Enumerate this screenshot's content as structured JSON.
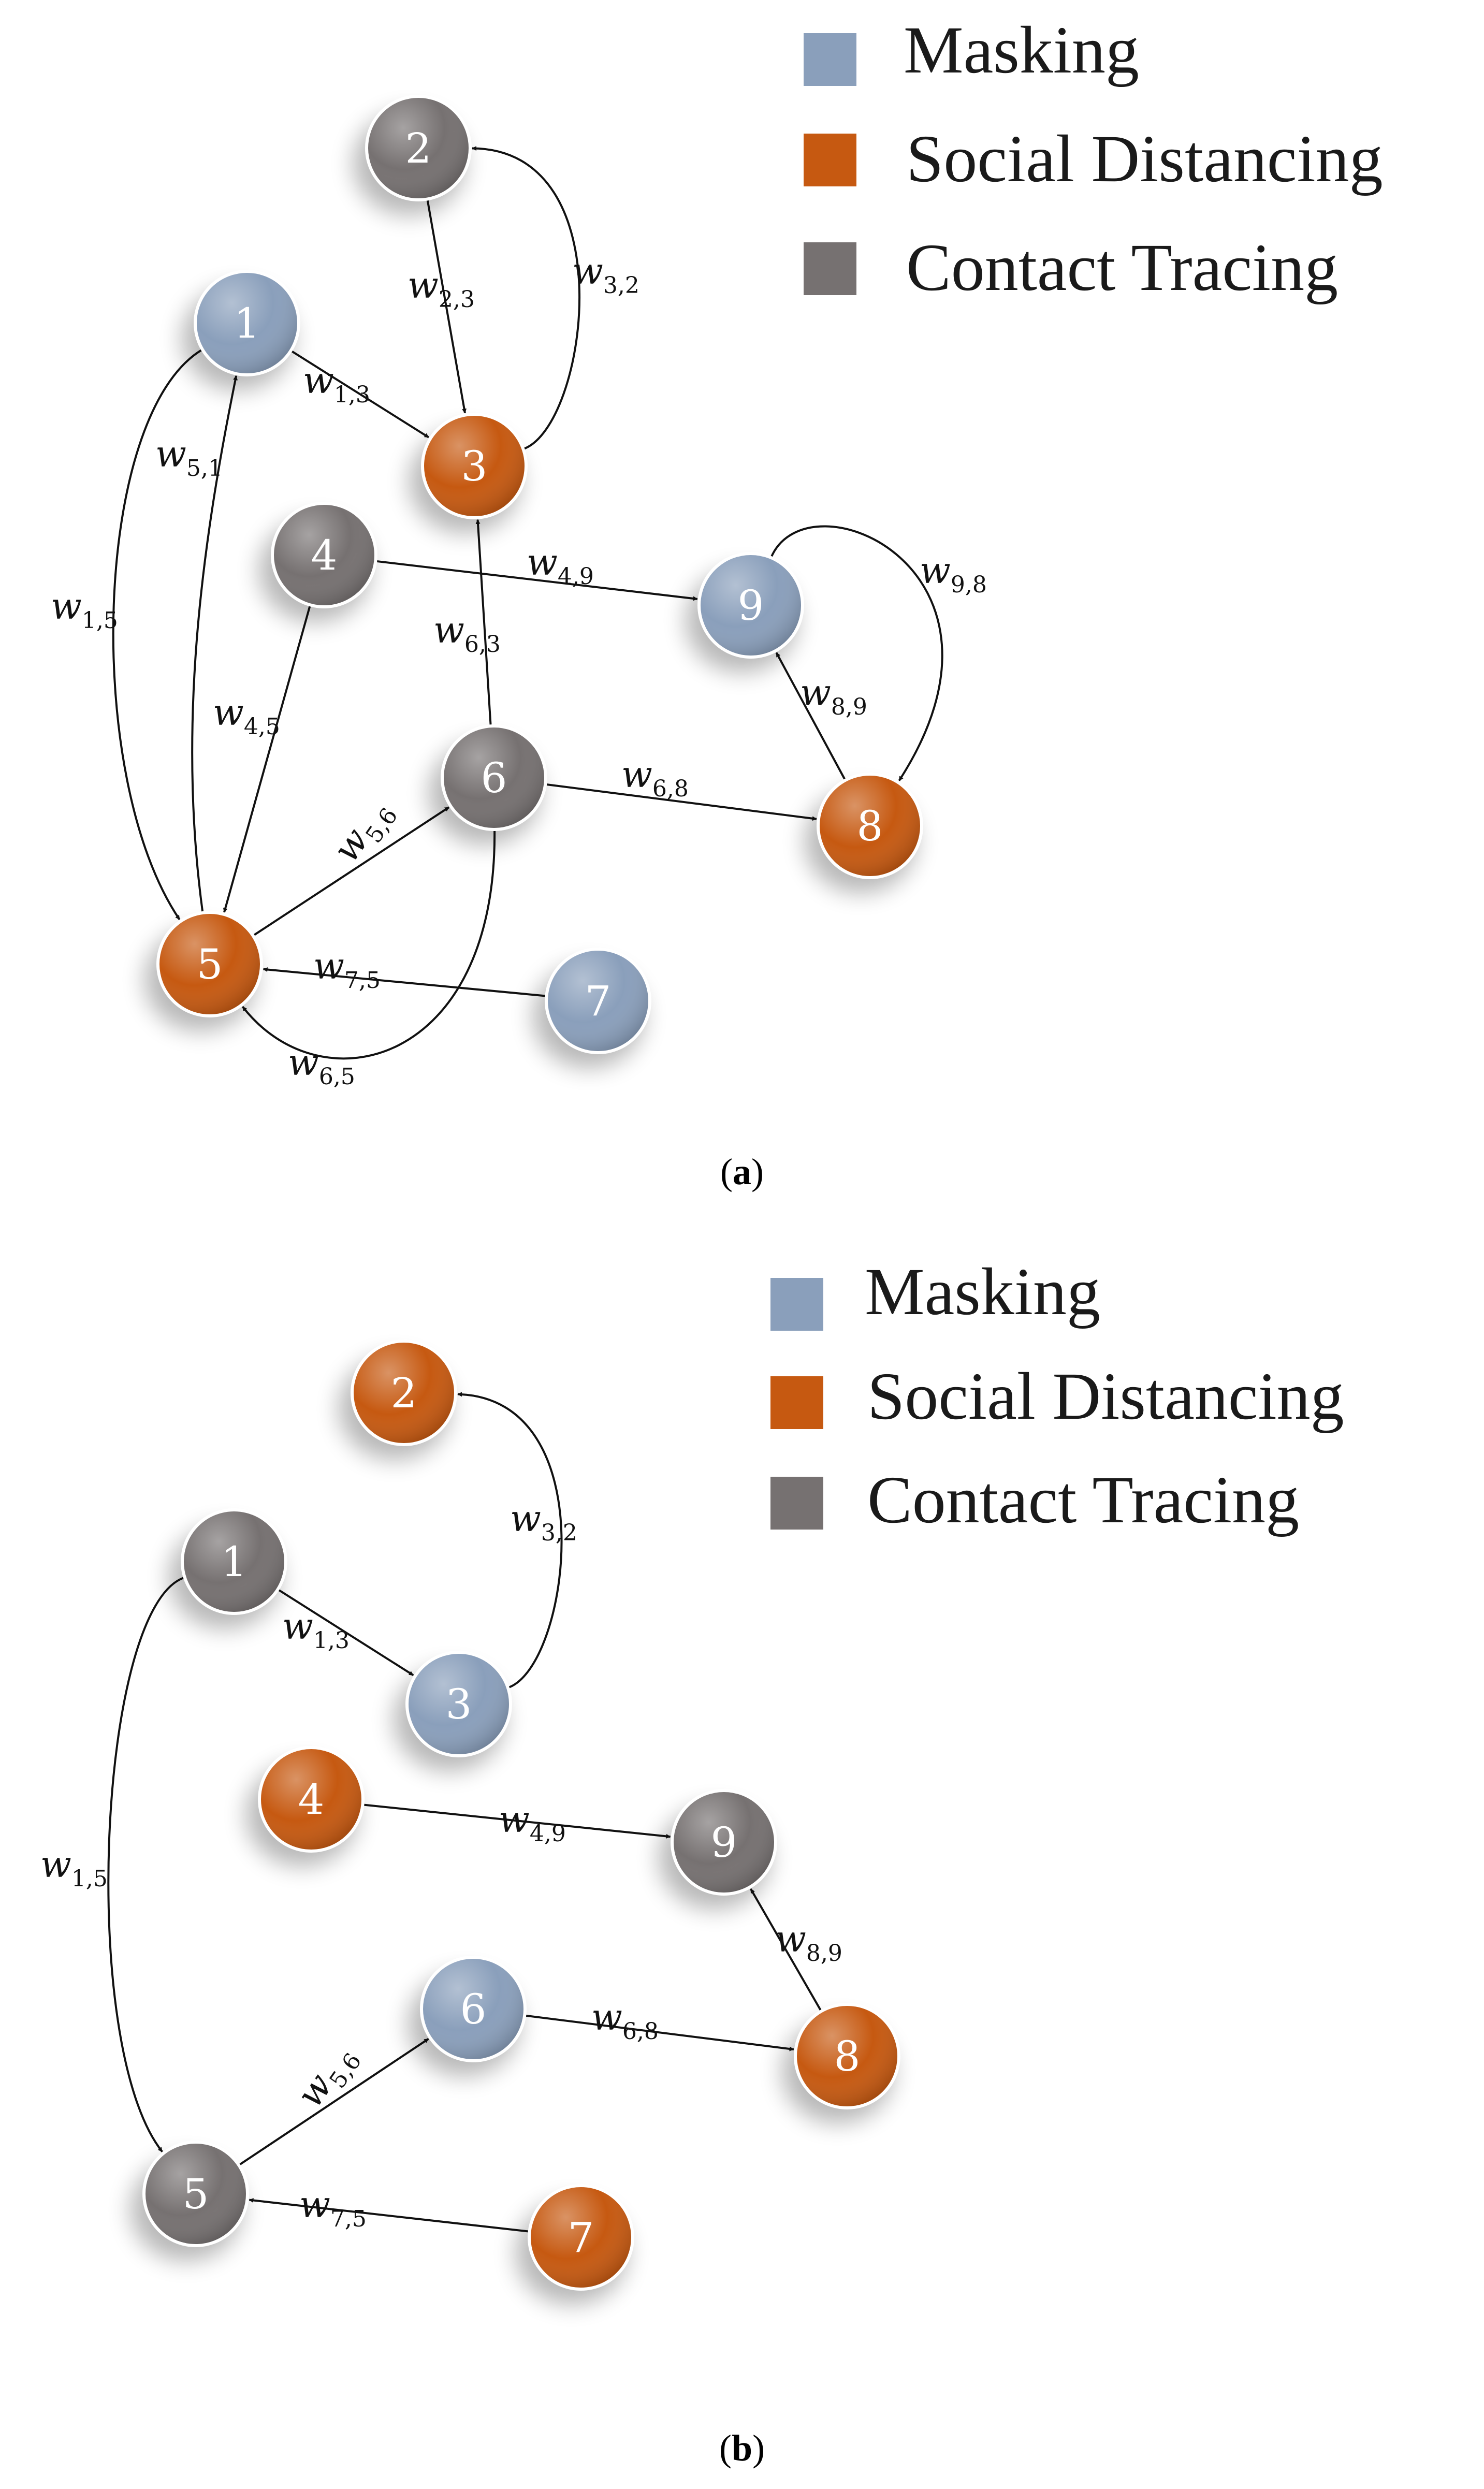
{
  "colors": {
    "Masking": "#8a9fbb",
    "Social Distancing": "#c65911",
    "Contact Tracing": "#767171"
  },
  "legend": [
    {
      "label": "Masking",
      "category": "Masking"
    },
    {
      "label": "Social Distancing",
      "category": "Social Distancing"
    },
    {
      "label": "Contact Tracing",
      "category": "Contact Tracing"
    }
  ],
  "panels": [
    {
      "caption": "a",
      "nodes": [
        {
          "id": "1",
          "category": "Masking"
        },
        {
          "id": "2",
          "category": "Contact Tracing"
        },
        {
          "id": "3",
          "category": "Social Distancing"
        },
        {
          "id": "4",
          "category": "Contact Tracing"
        },
        {
          "id": "5",
          "category": "Social Distancing"
        },
        {
          "id": "6",
          "category": "Contact Tracing"
        },
        {
          "id": "7",
          "category": "Masking"
        },
        {
          "id": "8",
          "category": "Social Distancing"
        },
        {
          "id": "9",
          "category": "Masking"
        }
      ],
      "edges": [
        {
          "from": "1",
          "to": "3",
          "label": "w",
          "sub": "1,3"
        },
        {
          "from": "2",
          "to": "3",
          "label": "w",
          "sub": "2,3"
        },
        {
          "from": "3",
          "to": "2",
          "label": "w",
          "sub": "3,2"
        },
        {
          "from": "5",
          "to": "1",
          "label": "w",
          "sub": "5,1"
        },
        {
          "from": "1",
          "to": "5",
          "label": "w",
          "sub": "1,5"
        },
        {
          "from": "4",
          "to": "9",
          "label": "w",
          "sub": "4,9"
        },
        {
          "from": "4",
          "to": "5",
          "label": "w",
          "sub": "4,5"
        },
        {
          "from": "6",
          "to": "3",
          "label": "w",
          "sub": "6,3"
        },
        {
          "from": "9",
          "to": "8",
          "label": "w",
          "sub": "9,8"
        },
        {
          "from": "8",
          "to": "9",
          "label": "w",
          "sub": "8,9"
        },
        {
          "from": "6",
          "to": "8",
          "label": "w",
          "sub": "6,8"
        },
        {
          "from": "5",
          "to": "6",
          "label": "w",
          "sub": "5,6"
        },
        {
          "from": "7",
          "to": "5",
          "label": "w",
          "sub": "7,5"
        },
        {
          "from": "6",
          "to": "5",
          "label": "w",
          "sub": "6,5"
        }
      ]
    },
    {
      "caption": "b",
      "nodes": [
        {
          "id": "1",
          "category": "Contact Tracing"
        },
        {
          "id": "2",
          "category": "Social Distancing"
        },
        {
          "id": "3",
          "category": "Masking"
        },
        {
          "id": "4",
          "category": "Social Distancing"
        },
        {
          "id": "5",
          "category": "Contact Tracing"
        },
        {
          "id": "6",
          "category": "Masking"
        },
        {
          "id": "7",
          "category": "Social Distancing"
        },
        {
          "id": "8",
          "category": "Social Distancing"
        },
        {
          "id": "9",
          "category": "Contact Tracing"
        }
      ],
      "edges": [
        {
          "from": "1",
          "to": "3",
          "label": "w",
          "sub": "1,3"
        },
        {
          "from": "3",
          "to": "2",
          "label": "w",
          "sub": "3,2"
        },
        {
          "from": "1",
          "to": "5",
          "label": "w",
          "sub": "1,5"
        },
        {
          "from": "4",
          "to": "9",
          "label": "w",
          "sub": "4,9"
        },
        {
          "from": "8",
          "to": "9",
          "label": "w",
          "sub": "8,9"
        },
        {
          "from": "6",
          "to": "8",
          "label": "w",
          "sub": "6,8"
        },
        {
          "from": "5",
          "to": "6",
          "label": "w",
          "sub": "5,6"
        },
        {
          "from": "7",
          "to": "5",
          "label": "w",
          "sub": "7,5"
        }
      ]
    }
  ]
}
